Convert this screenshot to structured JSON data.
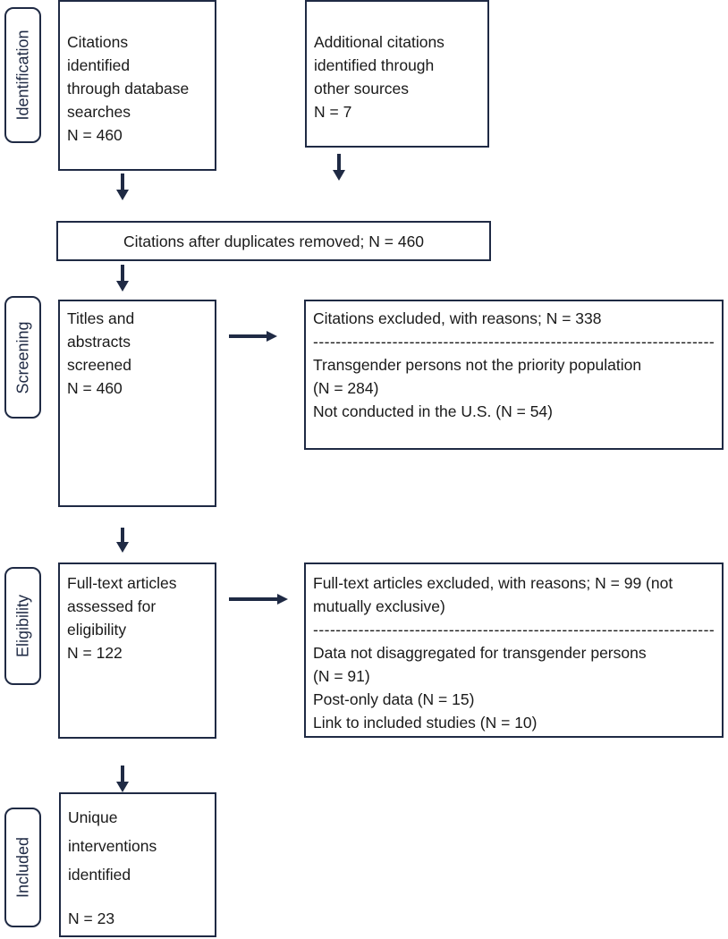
{
  "stages": {
    "identification": "Identification",
    "screening": "Screening",
    "eligibility": "Eligibility",
    "included": "Included"
  },
  "boxes": {
    "database": {
      "lines": [
        "Citations",
        "identified",
        "through database",
        "searches",
        "N = 460"
      ]
    },
    "other": {
      "lines": [
        "Additional citations",
        "identified through",
        "other sources",
        "N = 7"
      ]
    },
    "duplicates": {
      "text": "Citations after duplicates removed; N = 460"
    },
    "screened": {
      "lines": [
        "Titles and",
        "abstracts",
        "screened",
        "N = 460"
      ]
    },
    "excluded_screening": {
      "header": "Citations excluded, with reasons; N = 338",
      "separator": "-----------------------------------------------------------------------",
      "reasons": [
        "Transgender persons not the priority population",
        "(N = 284)",
        "Not conducted in the U.S. (N = 54)"
      ]
    },
    "fulltext": {
      "lines": [
        "Full-text articles",
        "assessed for",
        "eligibility",
        "N = 122"
      ]
    },
    "excluded_fulltext": {
      "header": "Full-text articles excluded, with reasons; N = 99 (not mutually exclusive)",
      "separator": "-----------------------------------------------------------------------",
      "reasons": [
        "Data not disaggregated for transgender persons",
        "(N = 91)",
        "Post-only data (N = 15)",
        "Link to included studies (N = 10)"
      ]
    },
    "included": {
      "lines": [
        "Unique",
        "interventions",
        "identified"
      ],
      "count": "N = 23"
    }
  }
}
